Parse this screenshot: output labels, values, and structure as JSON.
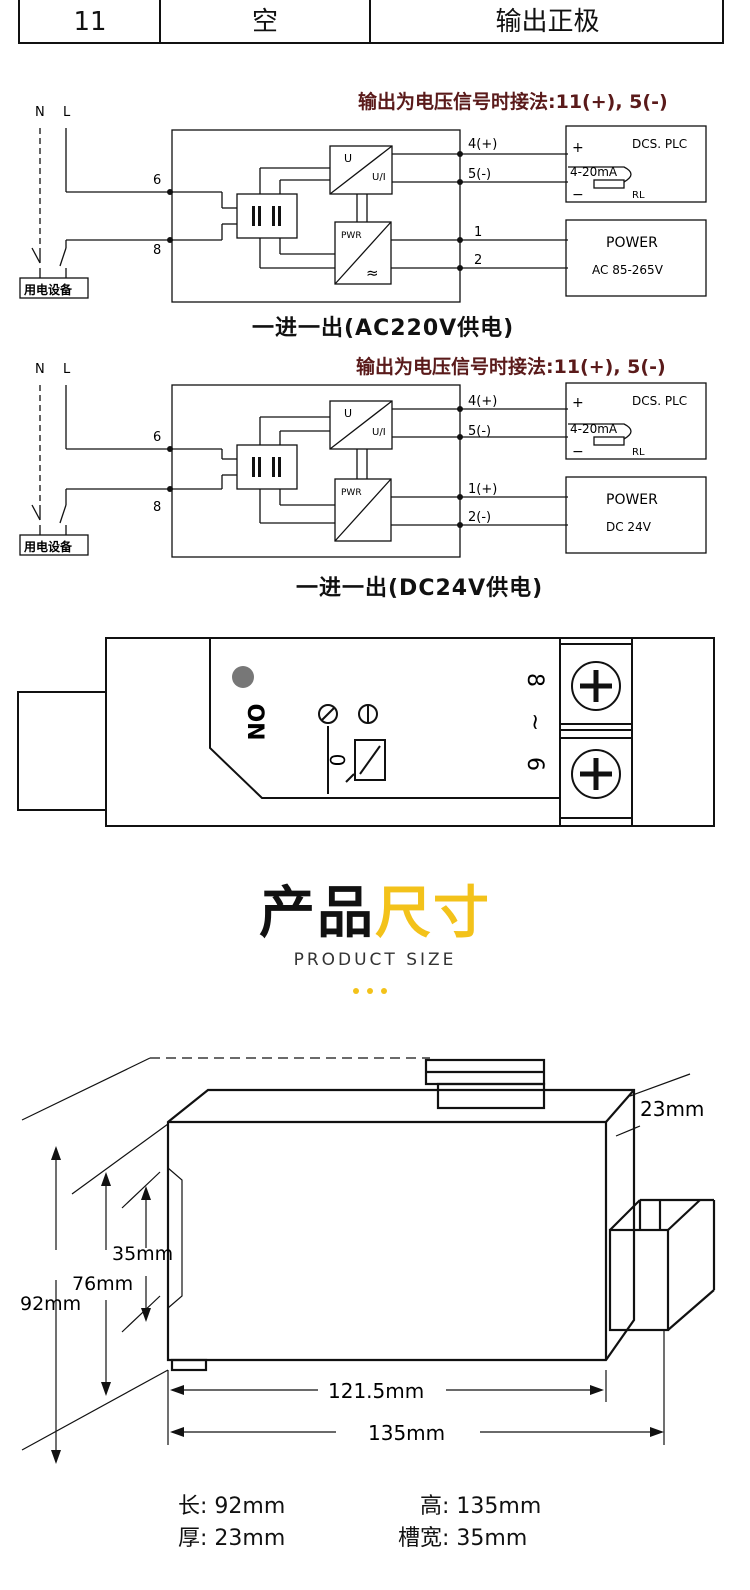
{
  "table": {
    "row_no": "11",
    "col2": "空",
    "col3": "输出正极"
  },
  "diagram1": {
    "note": "输出为电压信号时接法:11(+), 5(-)",
    "N": "N",
    "L": "L",
    "term6": "6",
    "term8": "8",
    "t4": "4(+)",
    "t5": "5(-)",
    "t1": "1",
    "t2": "2",
    "U": "U",
    "UI": "U/I",
    "PWR": "PWR",
    "approx": "≈",
    "dcs_plus": "+",
    "dcs_minus": "−",
    "dcs": "DCS. PLC",
    "ma": "4-20mA",
    "rl": "RL",
    "power": "POWER",
    "power_spec": "AC 85-265V",
    "device": "用电设备",
    "caption": "一进一出(AC220V供电)"
  },
  "diagram2": {
    "note": "输出为电压信号时接法:11(+), 5(-)",
    "N": "N",
    "L": "L",
    "term6": "6",
    "term8": "8",
    "t4": "4(+)",
    "t5": "5(-)",
    "t1": "1(+)",
    "t2": "2(-)",
    "U": "U",
    "UI": "U/I",
    "PWR": "PWR",
    "dcs_plus": "+",
    "dcs_minus": "−",
    "dcs": "DCS. PLC",
    "ma": "4-20mA",
    "rl": "RL",
    "power": "POWER",
    "power_spec": "DC 24V",
    "device": "用电设备",
    "caption": "一进一出(DC24V供电)"
  },
  "panel": {
    "on": "ON",
    "zero": "0",
    "terms_a": "6",
    "terms_tilde": "~",
    "terms_b": "8"
  },
  "size_section": {
    "title_a": "产品",
    "title_b": "尺寸",
    "subtitle": "PRODUCT SIZE"
  },
  "dimensions": {
    "d23": "23mm",
    "d35": "35mm",
    "d76": "76mm",
    "d92": "92mm",
    "d1215": "121.5mm",
    "d135": "135mm"
  },
  "specs": {
    "len_label": "长:",
    "len_value": "92mm",
    "high_label": "高:",
    "high_value": "135mm",
    "thick_label": "厚:",
    "thick_value": "23mm",
    "slot_label": "槽宽:",
    "slot_value": "35mm"
  },
  "colors": {
    "note_red": "#5a1a1a",
    "accent_yellow": "#f3c21a"
  }
}
